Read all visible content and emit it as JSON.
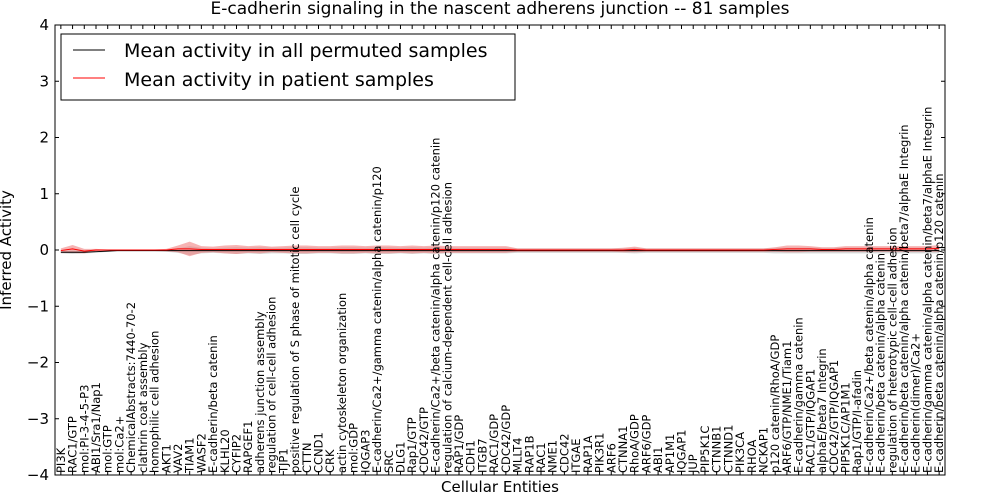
{
  "chart_data": {
    "type": "line",
    "title": "E-cadherin signaling in the nascent adherens junction -- 81 samples",
    "xlabel": "Cellular Entities",
    "ylabel": "Inferred Activity",
    "ylim": [
      -4,
      4
    ],
    "yticks": [
      4,
      3,
      2,
      1,
      0,
      -1,
      -2,
      -3,
      -4
    ],
    "ytick_labels": [
      "4",
      "3",
      "2",
      "1",
      "0",
      "−1",
      "−2",
      "−3",
      "−4"
    ],
    "grid": false,
    "legend_position": "upper-left",
    "colors": {
      "permuted": "#000000",
      "patient": "#ff0000",
      "patient_band": "#f08080",
      "permuted_band": "#b0b0b0"
    },
    "categories": [
      "PI3K",
      "RAC1/GTP",
      "mol:PI-3-4-5-P3",
      "ABI1/Sra1/Nap1",
      "mol:GTP",
      "mol:Ca2+",
      "ChemicalAbstracts:7440-70-2",
      "clathrin coat assembly",
      "homophilic cell adhesion",
      "AKT1",
      "VAV2",
      "TIAM1",
      "WASF2",
      "E-cadherin/beta catenin",
      "KLHL20",
      "CYFIP2",
      "RAPGEF1",
      "adherens junction assembly",
      "regulation of cell-cell adhesion",
      "TJP1",
      "positive regulation of S phase of mitotic cell cycle",
      "CTTN",
      "CCND1",
      "CRK",
      "actin cytoskeleton organization",
      "mol:GDP",
      "IQGAP3",
      "E-cadherin/Ca2+/gamma catenin/alpha catenin/p120",
      "SRC",
      "DLG1",
      "Rap1/GTP",
      "CDC42/GTP",
      "E-cadherin/Ca2+/beta catenin/alpha catenin/p120 catenin",
      "regulation of calcium-dependent cell-cell adhesion",
      "RAP1/GDP",
      "CDH1",
      "ITGB7",
      "RAC1/GDP",
      "CDC42/GDP",
      "MLLT4",
      "RAP1B",
      "RAC1",
      "NME1",
      "CDC42",
      "ITGAE",
      "RAP1A",
      "PIK3R1",
      "ARF6",
      "CTNNA1",
      "RhoA/GDP",
      "ARF6/GDP",
      "ABI1",
      "AP1M1",
      "IQGAP1",
      "JUP",
      "PIP5K1C",
      "CTNNB1",
      "CTNND1",
      "PIK3CA",
      "RHOA",
      "NCKAP1",
      "p120 catenin/RhoA/GDP",
      "ARF6/GTP/NME1/Tiam1",
      "E-cadherin/gamma catenin",
      "RAC1/GTP/IQGAP1",
      "alphaE/beta7 Integrin",
      "CDC42/GTP/IQGAP1",
      "PIP5K1C/AP1M1",
      "Rap1/GTP/I-afadin",
      "E-cadherin/Ca2+/beta catenin/alpha catenin",
      "E-cadherin/beta catenin/alpha catenin",
      "regulation of heterotypic cell-cell adhesion",
      "E-cadherin/beta catenin/alpha catenin/beta7/alphaE Integrin",
      "E-cadherin(dimer)/Ca2+",
      "E-cadherin/gamma catenin/alpha catenin/beta7/alphaE Integrin",
      "E-cadherin/beta catenin/alpha catenin/p120 catenin"
    ],
    "series": [
      {
        "name": "Mean activity in all permuted samples",
        "values": [
          -0.04,
          -0.04,
          -0.04,
          -0.03,
          -0.02,
          -0.01,
          -0.01,
          -0.01,
          -0.01,
          -0.01,
          -0.01,
          -0.01,
          -0.01,
          -0.01,
          -0.01,
          -0.01,
          -0.01,
          -0.01,
          -0.01,
          -0.01,
          -0.01,
          -0.01,
          -0.01,
          -0.01,
          -0.01,
          -0.01,
          -0.01,
          -0.01,
          -0.01,
          -0.01,
          -0.01,
          -0.01,
          -0.01,
          -0.01,
          -0.01,
          -0.01,
          -0.01,
          -0.01,
          -0.01,
          -0.01,
          -0.01,
          -0.01,
          -0.01,
          -0.01,
          -0.01,
          -0.01,
          -0.01,
          -0.01,
          -0.01,
          -0.01,
          -0.01,
          -0.01,
          -0.01,
          -0.01,
          -0.01,
          -0.01,
          -0.01,
          -0.01,
          -0.01,
          -0.01,
          -0.01,
          -0.01,
          -0.01,
          -0.01,
          -0.01,
          -0.01,
          -0.01,
          -0.01,
          -0.01,
          -0.01,
          -0.01,
          -0.01,
          -0.01,
          -0.01,
          -0.01,
          -0.01
        ],
        "band": [
          0.02,
          0.03,
          0.02,
          0.02,
          0.01,
          0.01,
          0.01,
          0.01,
          0.01,
          0.02,
          0.04,
          0.08,
          0.05,
          0.04,
          0.05,
          0.06,
          0.05,
          0.06,
          0.05,
          0.05,
          0.06,
          0.06,
          0.05,
          0.05,
          0.06,
          0.06,
          0.05,
          0.06,
          0.06,
          0.05,
          0.06,
          0.05,
          0.06,
          0.05,
          0.05,
          0.05,
          0.05,
          0.05,
          0.05,
          0.04,
          0.04,
          0.04,
          0.04,
          0.04,
          0.04,
          0.04,
          0.04,
          0.04,
          0.04,
          0.05,
          0.04,
          0.04,
          0.04,
          0.04,
          0.04,
          0.04,
          0.04,
          0.04,
          0.04,
          0.04,
          0.04,
          0.05,
          0.05,
          0.05,
          0.05,
          0.05,
          0.05,
          0.05,
          0.05,
          0.05,
          0.05,
          0.05,
          0.05,
          0.05,
          0.05,
          0.05
        ]
      },
      {
        "name": "Mean activity in patient samples",
        "values": [
          -0.01,
          0.02,
          -0.02,
          0.0,
          0.0,
          0.0,
          0.0,
          0.0,
          0.0,
          0.0,
          0.02,
          0.02,
          0.01,
          0.01,
          0.01,
          0.01,
          0.01,
          0.01,
          0.01,
          0.01,
          0.01,
          0.01,
          0.01,
          0.01,
          0.01,
          0.01,
          0.01,
          0.01,
          0.01,
          0.01,
          0.01,
          0.01,
          0.01,
          0.01,
          0.01,
          0.01,
          0.01,
          0.01,
          0.01,
          0.0,
          0.0,
          0.0,
          0.0,
          0.0,
          0.0,
          0.0,
          0.0,
          0.0,
          0.0,
          0.01,
          0.0,
          0.0,
          0.0,
          0.0,
          0.0,
          0.0,
          0.0,
          0.0,
          0.0,
          0.0,
          0.0,
          0.01,
          0.02,
          0.02,
          0.02,
          0.01,
          0.01,
          0.02,
          0.02,
          0.02,
          0.02,
          0.02,
          0.02,
          0.02,
          0.02,
          0.03
        ],
        "band": [
          0.04,
          0.07,
          0.04,
          0.02,
          0.01,
          0.01,
          0.01,
          0.01,
          0.01,
          0.02,
          0.06,
          0.13,
          0.06,
          0.05,
          0.07,
          0.08,
          0.06,
          0.07,
          0.05,
          0.06,
          0.07,
          0.07,
          0.06,
          0.06,
          0.07,
          0.07,
          0.06,
          0.07,
          0.07,
          0.06,
          0.07,
          0.06,
          0.07,
          0.06,
          0.06,
          0.06,
          0.06,
          0.06,
          0.06,
          0.03,
          0.03,
          0.03,
          0.03,
          0.03,
          0.03,
          0.03,
          0.03,
          0.03,
          0.04,
          0.05,
          0.03,
          0.03,
          0.03,
          0.03,
          0.03,
          0.03,
          0.03,
          0.03,
          0.03,
          0.03,
          0.03,
          0.04,
          0.06,
          0.06,
          0.05,
          0.04,
          0.04,
          0.05,
          0.05,
          0.05,
          0.05,
          0.05,
          0.05,
          0.05,
          0.05,
          0.06
        ]
      }
    ]
  }
}
